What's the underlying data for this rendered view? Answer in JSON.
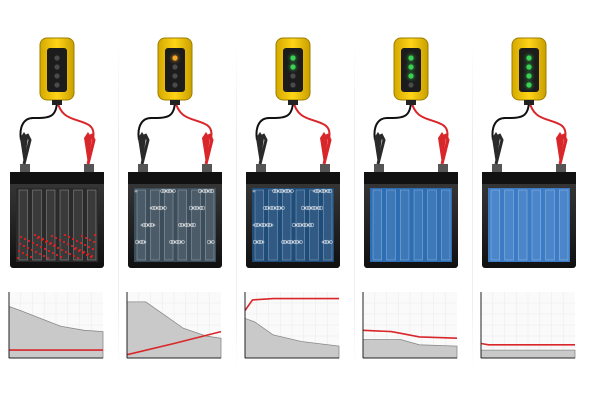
{
  "colors": {
    "charger_body": "#f2c500",
    "charger_panel": "#1c1c1c",
    "led_off": "#4a4a4a",
    "led_amber": "#f5a623",
    "led_green": "#39d353",
    "battery_case": "#1e1e1e",
    "clamp_red": "#d9262a",
    "clamp_black": "#2a2a2a",
    "curve_red": "#d9262a",
    "curve_fill": "#c9c9c9",
    "curve_line": "#8a8a8a"
  },
  "stages": [
    {
      "id": "stage-1",
      "leds": [
        "off",
        "off",
        "off",
        "off"
      ],
      "electrolyte": "sulfated-red",
      "curves": {
        "gray_area": [
          [
            0,
            0.78
          ],
          [
            0.12,
            0.72
          ],
          [
            0.3,
            0.62
          ],
          [
            0.55,
            0.48
          ],
          [
            0.8,
            0.42
          ],
          [
            1.0,
            0.4
          ]
        ],
        "red_line": [
          [
            0,
            0.12
          ],
          [
            1.0,
            0.12
          ]
        ]
      }
    },
    {
      "id": "stage-2",
      "leds": [
        "amber",
        "off",
        "off",
        "off"
      ],
      "electrolyte": "bubbles-light",
      "curves": {
        "gray_area": [
          [
            0,
            0.85
          ],
          [
            0.2,
            0.85
          ],
          [
            0.35,
            0.7
          ],
          [
            0.6,
            0.45
          ],
          [
            0.85,
            0.33
          ],
          [
            1.0,
            0.3
          ]
        ],
        "red_line": [
          [
            0,
            0.05
          ],
          [
            0.5,
            0.22
          ],
          [
            1.0,
            0.4
          ]
        ]
      }
    },
    {
      "id": "stage-3",
      "leds": [
        "green",
        "green",
        "off",
        "off"
      ],
      "electrolyte": "bubbles-blue",
      "curves": {
        "gray_area": [
          [
            0,
            0.6
          ],
          [
            0.1,
            0.55
          ],
          [
            0.3,
            0.35
          ],
          [
            0.6,
            0.25
          ],
          [
            1.0,
            0.18
          ]
        ],
        "red_line": [
          [
            0,
            0.72
          ],
          [
            0.08,
            0.88
          ],
          [
            0.3,
            0.9
          ],
          [
            1.0,
            0.9
          ]
        ]
      }
    },
    {
      "id": "stage-4",
      "leds": [
        "green",
        "green",
        "green",
        "off"
      ],
      "electrolyte": "clear-blue",
      "curves": {
        "gray_area": [
          [
            0,
            0.28
          ],
          [
            0.4,
            0.28
          ],
          [
            0.6,
            0.2
          ],
          [
            1.0,
            0.18
          ]
        ],
        "red_line": [
          [
            0,
            0.42
          ],
          [
            0.3,
            0.4
          ],
          [
            0.45,
            0.36
          ],
          [
            0.6,
            0.32
          ],
          [
            1.0,
            0.3
          ]
        ]
      }
    },
    {
      "id": "stage-5",
      "leds": [
        "green",
        "green",
        "green",
        "green"
      ],
      "electrolyte": "full-blue",
      "curves": {
        "gray_area": [
          [
            0,
            0.12
          ],
          [
            1.0,
            0.12
          ]
        ],
        "red_line": [
          [
            0,
            0.22
          ],
          [
            0.08,
            0.2
          ],
          [
            1.0,
            0.2
          ]
        ]
      }
    }
  ]
}
